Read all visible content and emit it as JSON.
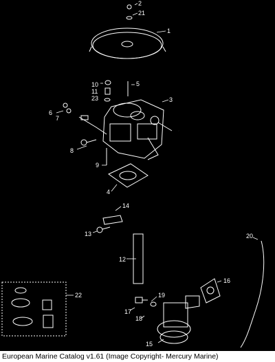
{
  "callouts": [
    "1",
    "2",
    "3",
    "4",
    "5",
    "6",
    "7",
    "8",
    "9",
    "10",
    "11",
    "12",
    "13",
    "14",
    "15",
    "16",
    "17",
    "18",
    "19",
    "20",
    "21",
    "22",
    "23"
  ],
  "caption": "European Marine Catalog v1.61 (Image Copyright- Mercury Marine)",
  "colors": {
    "background": "#000000",
    "lines": "#ffffff",
    "caption_bg": "#ffffff",
    "caption_text": "#000000"
  }
}
